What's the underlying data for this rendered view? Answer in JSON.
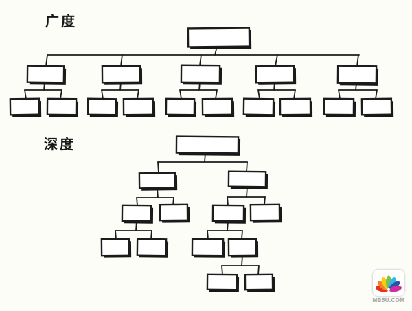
{
  "labels": {
    "breadth": "广度",
    "depth": "深度"
  },
  "style": {
    "background": "#fdfdf8",
    "ink": "#1c1c1c",
    "shadow": "#171717",
    "node_fill": "#ffffff"
  },
  "watermark": {
    "text": "MB5U.COM",
    "petal_colors": [
      "#e8301f",
      "#f58220",
      "#f8cc16",
      "#7dc242",
      "#35b5e8",
      "#2b52a3",
      "#cc2f9f"
    ]
  },
  "trees": [
    {
      "id": "breadth-tree",
      "boxes": [
        [
          274,
          41,
          89,
          27,
          -0.6
        ],
        [
          40,
          96,
          53,
          24,
          0.7
        ],
        [
          149,
          96,
          55,
          24,
          -0.5
        ],
        [
          264,
          95,
          56,
          25,
          0.5
        ],
        [
          373,
          96,
          55,
          24,
          -0.7
        ],
        [
          492,
          96,
          56,
          25,
          0.6
        ],
        [
          15,
          144,
          42,
          23,
          -0.8
        ],
        [
          69,
          144,
          42,
          23,
          0.5
        ],
        [
          128,
          144,
          41,
          23,
          0.7
        ],
        [
          180,
          144,
          43,
          23,
          -0.5
        ],
        [
          242,
          144,
          41,
          23,
          0.6
        ],
        [
          295,
          144,
          43,
          23,
          -0.6
        ],
        [
          355,
          144,
          43,
          23,
          0.8
        ],
        [
          408,
          144,
          44,
          23,
          -0.4
        ],
        [
          472,
          144,
          43,
          23,
          0.5
        ],
        [
          527,
          144,
          43,
          23,
          -0.7
        ]
      ],
      "lines": [
        [
          316,
          68,
          313,
          80
        ],
        [
          69,
          80,
          523,
          80
        ],
        [
          69,
          80,
          67,
          96
        ],
        [
          178,
          80,
          176,
          96
        ],
        [
          293,
          80,
          291,
          95
        ],
        [
          404,
          80,
          401,
          96
        ],
        [
          522,
          80,
          520,
          96
        ],
        [
          65,
          120,
          64,
          131
        ],
        [
          36,
          131,
          90,
          131
        ],
        [
          36,
          131,
          38,
          144
        ],
        [
          90,
          131,
          88,
          144
        ],
        [
          176,
          120,
          175,
          131
        ],
        [
          148,
          131,
          202,
          131
        ],
        [
          148,
          131,
          150,
          144
        ],
        [
          202,
          131,
          200,
          144
        ],
        [
          291,
          120,
          290,
          131
        ],
        [
          262,
          131,
          316,
          131
        ],
        [
          262,
          131,
          264,
          144
        ],
        [
          316,
          131,
          314,
          144
        ],
        [
          400,
          120,
          399,
          131
        ],
        [
          376,
          131,
          430,
          131
        ],
        [
          376,
          131,
          378,
          144
        ],
        [
          430,
          131,
          428,
          144
        ],
        [
          519,
          121,
          518,
          131
        ],
        [
          493,
          131,
          549,
          131
        ],
        [
          493,
          131,
          495,
          144
        ],
        [
          549,
          131,
          547,
          144
        ]
      ]
    },
    {
      "id": "depth-tree",
      "boxes": [
        [
          257,
          199,
          90,
          24,
          0.5
        ],
        [
          203,
          252,
          52,
          22,
          -0.7
        ],
        [
          333,
          250,
          54,
          22,
          0.6
        ],
        [
          178,
          299,
          42,
          23,
          0.6
        ],
        [
          233,
          298,
          40,
          23,
          -0.5
        ],
        [
          310,
          299,
          45,
          23,
          0.5
        ],
        [
          365,
          298,
          42,
          23,
          -0.6
        ],
        [
          148,
          348,
          40,
          24,
          -0.6
        ],
        [
          200,
          348,
          42,
          24,
          0.7
        ],
        [
          280,
          348,
          45,
          24,
          0.5
        ],
        [
          333,
          348,
          40,
          24,
          -0.5
        ],
        [
          302,
          400,
          43,
          22,
          0.6
        ],
        [
          357,
          400,
          40,
          22,
          -0.6
        ]
      ],
      "lines": [
        [
          299,
          223,
          298,
          236
        ],
        [
          230,
          236,
          360,
          236
        ],
        [
          230,
          236,
          231,
          252
        ],
        [
          360,
          236,
          359,
          250
        ],
        [
          229,
          274,
          230,
          288
        ],
        [
          199,
          288,
          253,
          288
        ],
        [
          199,
          288,
          200,
          299
        ],
        [
          253,
          288,
          252,
          299
        ],
        [
          360,
          272,
          359,
          287
        ],
        [
          331,
          287,
          386,
          287
        ],
        [
          331,
          287,
          332,
          299
        ],
        [
          386,
          287,
          385,
          298
        ],
        [
          199,
          322,
          198,
          336
        ],
        [
          168,
          336,
          221,
          336
        ],
        [
          168,
          336,
          169,
          348
        ],
        [
          221,
          336,
          220,
          348
        ],
        [
          332,
          322,
          331,
          336
        ],
        [
          302,
          336,
          353,
          336
        ],
        [
          302,
          336,
          303,
          348
        ],
        [
          353,
          336,
          352,
          348
        ],
        [
          353,
          372,
          352,
          387
        ],
        [
          323,
          387,
          377,
          387
        ],
        [
          323,
          387,
          324,
          400
        ],
        [
          377,
          387,
          376,
          400
        ]
      ]
    }
  ]
}
